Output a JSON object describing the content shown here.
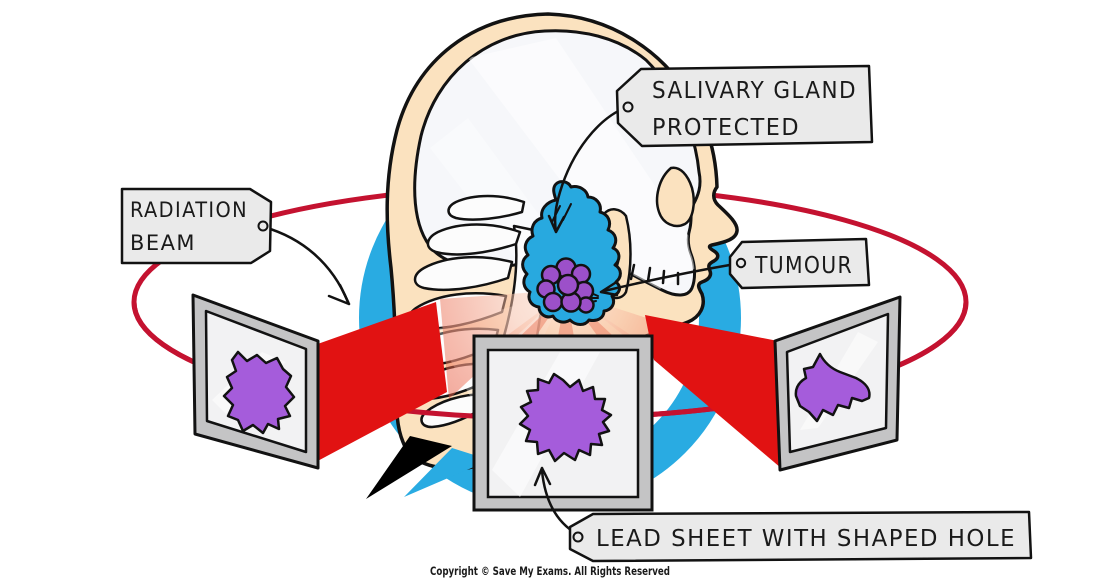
{
  "labels": {
    "radiation_beam": {
      "line1": "RADIATION",
      "line2": "BEAM"
    },
    "salivary_gland": {
      "line1": "SALIVARY GLAND",
      "line2": "PROTECTED"
    },
    "tumour": {
      "text": "TUMOUR"
    },
    "lead_sheet": {
      "text": "LEAD SHEET WITH SHAPED HOLE"
    }
  },
  "footer": {
    "copyright": "Copyright © Save My Exams. All Rights Reserved"
  },
  "colors": {
    "ring_blue": "#29ABE2",
    "path_red": "#C41230",
    "beam_red": "#E11212",
    "tumour_purple": "#9C50C9",
    "hole_purple": "#A55CDB",
    "gland_teal": "#28A9DF",
    "skin": "#FBE2BF",
    "skull_white": "#F6F7FA",
    "bone_white": "#FCFCFC",
    "sheet_frame_grey": "#C4C4C5",
    "sheet_face_white": "#F2F2F3",
    "label_bg_grey": "#EAEAEA",
    "outline_black": "#121212"
  }
}
